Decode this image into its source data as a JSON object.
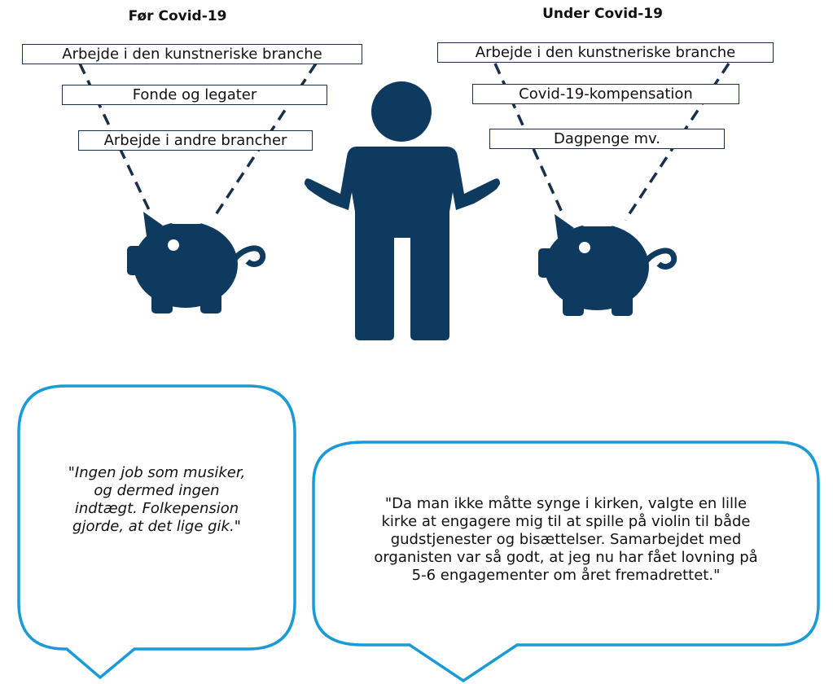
{
  "before": {
    "heading": "Før Covid-19",
    "sources": [
      "Arbejde i den kunstneriske branche",
      "Fonde og legater",
      "Arbejde i andre brancher"
    ]
  },
  "during": {
    "heading": "Under Covid-19",
    "sources": [
      "Arbejde i den kunstneriske branche",
      "Covid-19-kompensation",
      "Dagpenge mv."
    ]
  },
  "icons": {
    "person": "person-shrugging-icon",
    "piggy_bank": "piggy-bank-icon"
  },
  "quotes": {
    "left": [
      "\"Ingen job som musiker,",
      "og dermed ingen",
      "indtægt. Folkepension",
      "gjorde, at det lige gik.\""
    ],
    "right": [
      "\"Da man ikke måtte synge i kirken, valgte en lille",
      "kirke at engagere mig til at spille på violin til både",
      "gudstjenester og bisættelser. Samarbejdet med",
      "organisten var så godt, at jeg nu har fået lovning på",
      "5-6 engagementer om året fremadrettet.\""
    ]
  },
  "colors": {
    "icon": "#0f3a5f",
    "bubble_border": "#1a9ad6",
    "dash": "#1a2f4a"
  }
}
